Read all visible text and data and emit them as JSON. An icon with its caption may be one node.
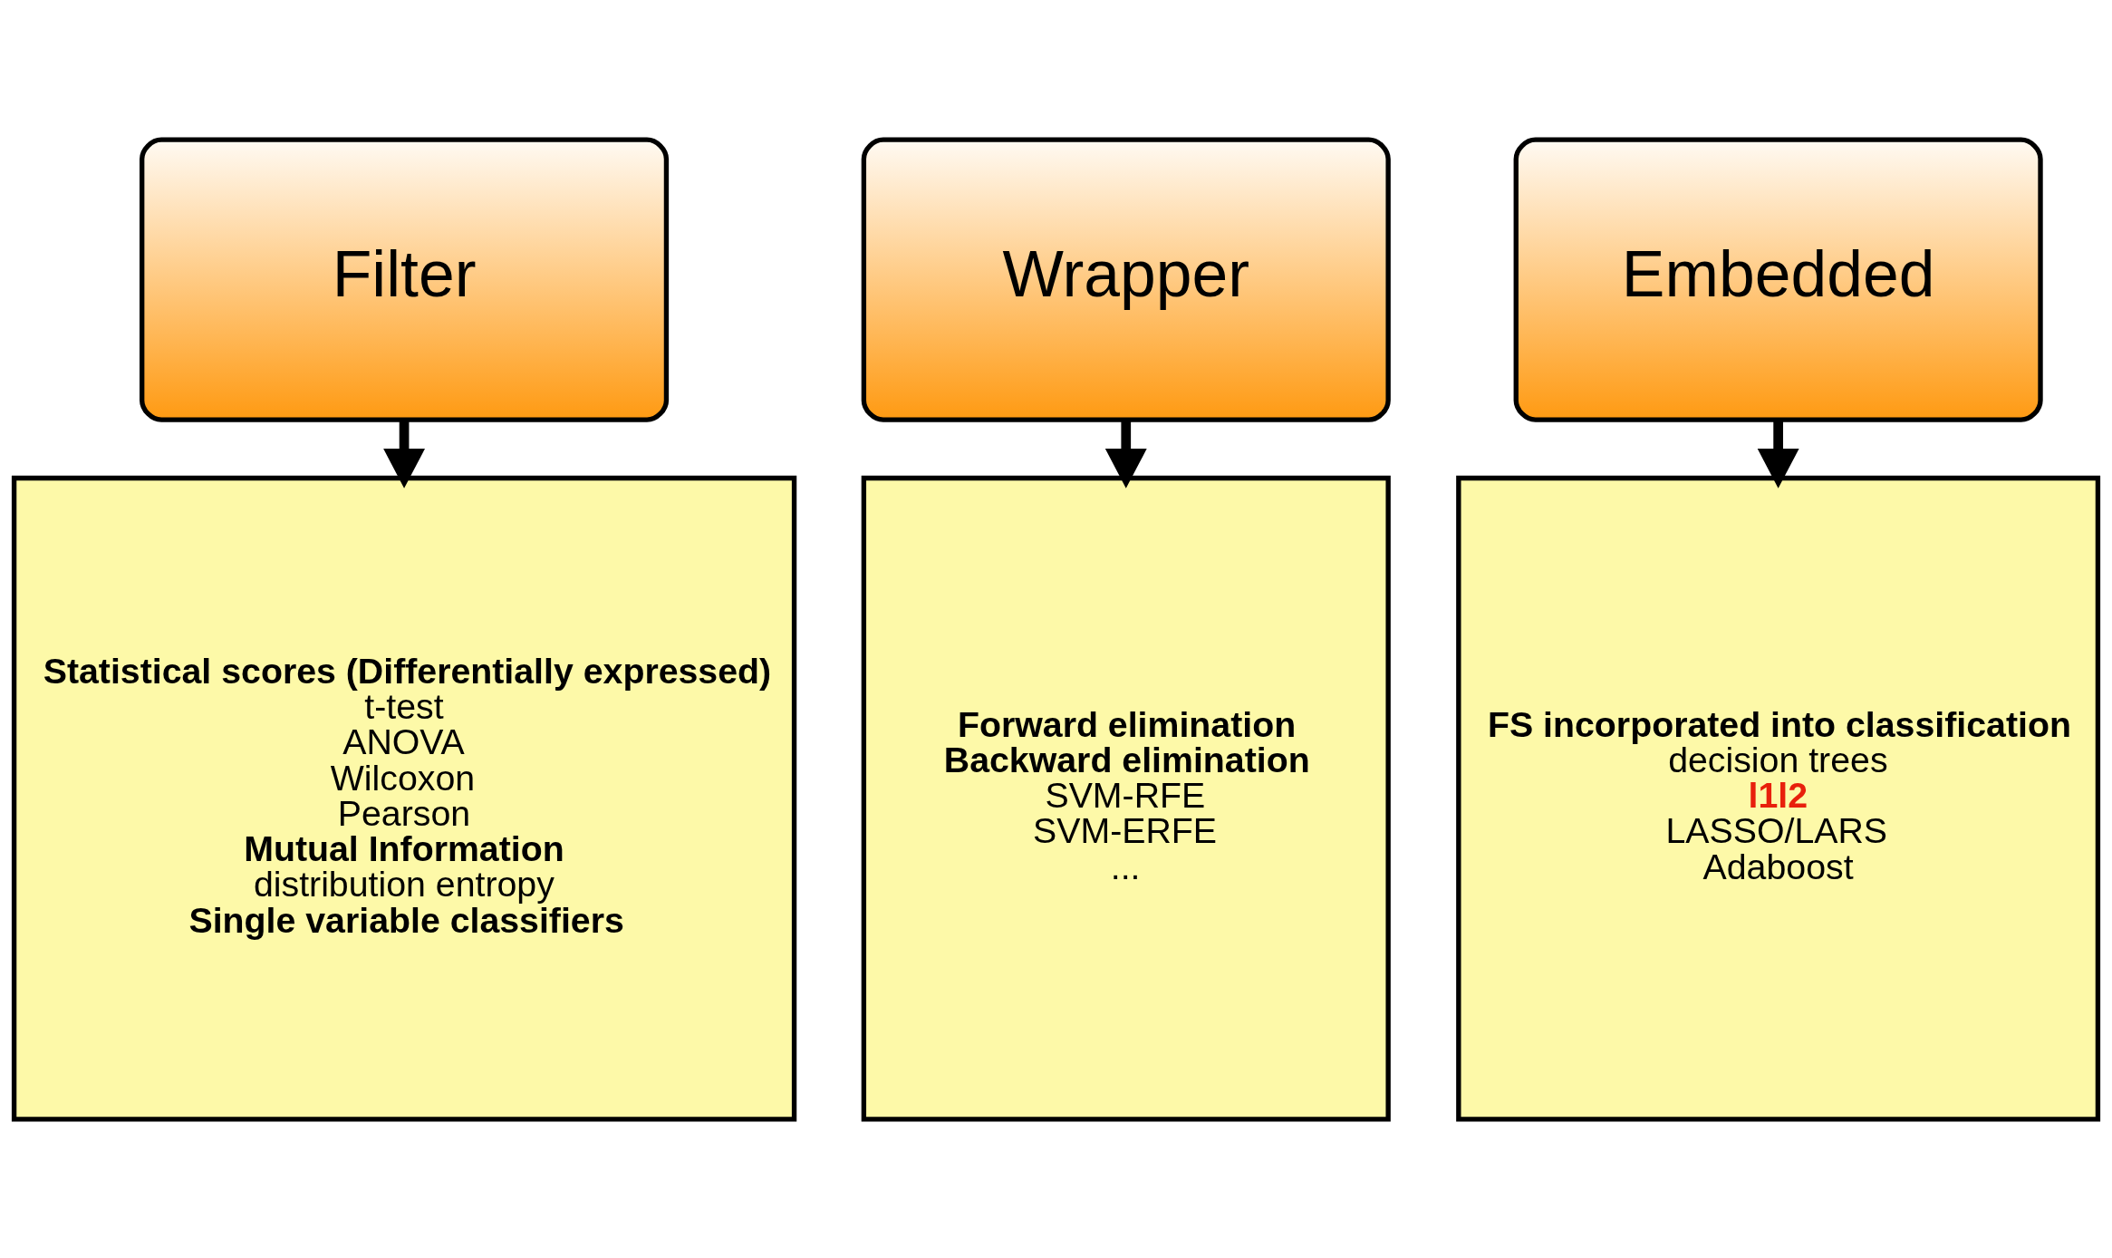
{
  "diagram": {
    "nodes": [
      {
        "text": [
          "Filter"
        ]
      },
      {
        "text": [
          "Wrapper"
        ]
      },
      {
        "text": [
          "Embedded"
        ]
      },
      {
        "text": [
          "Statistical scores (Differentially expressed)",
          "t-test",
          "ANOVA",
          "Wilcoxon",
          "Pearson",
          "Mutual Information",
          "distribution entropy",
          "Single variable classifiers"
        ]
      },
      {
        "text": [
          "Forward elimination",
          "Backward elimination",
          "SVM-RFE",
          "SVM-ERFE",
          "..."
        ]
      },
      {
        "text": [
          "FS incorporated into classification",
          "decision trees",
          "l1l2",
          "LASSO/LARS",
          "Adaboost"
        ]
      }
    ],
    "edges": [
      {
        "from": 0,
        "to": 3,
        "arrow": "to"
      },
      {
        "from": 1,
        "to": 4,
        "arrow": "to"
      },
      {
        "from": 2,
        "to": 5,
        "arrow": "to"
      }
    ]
  }
}
